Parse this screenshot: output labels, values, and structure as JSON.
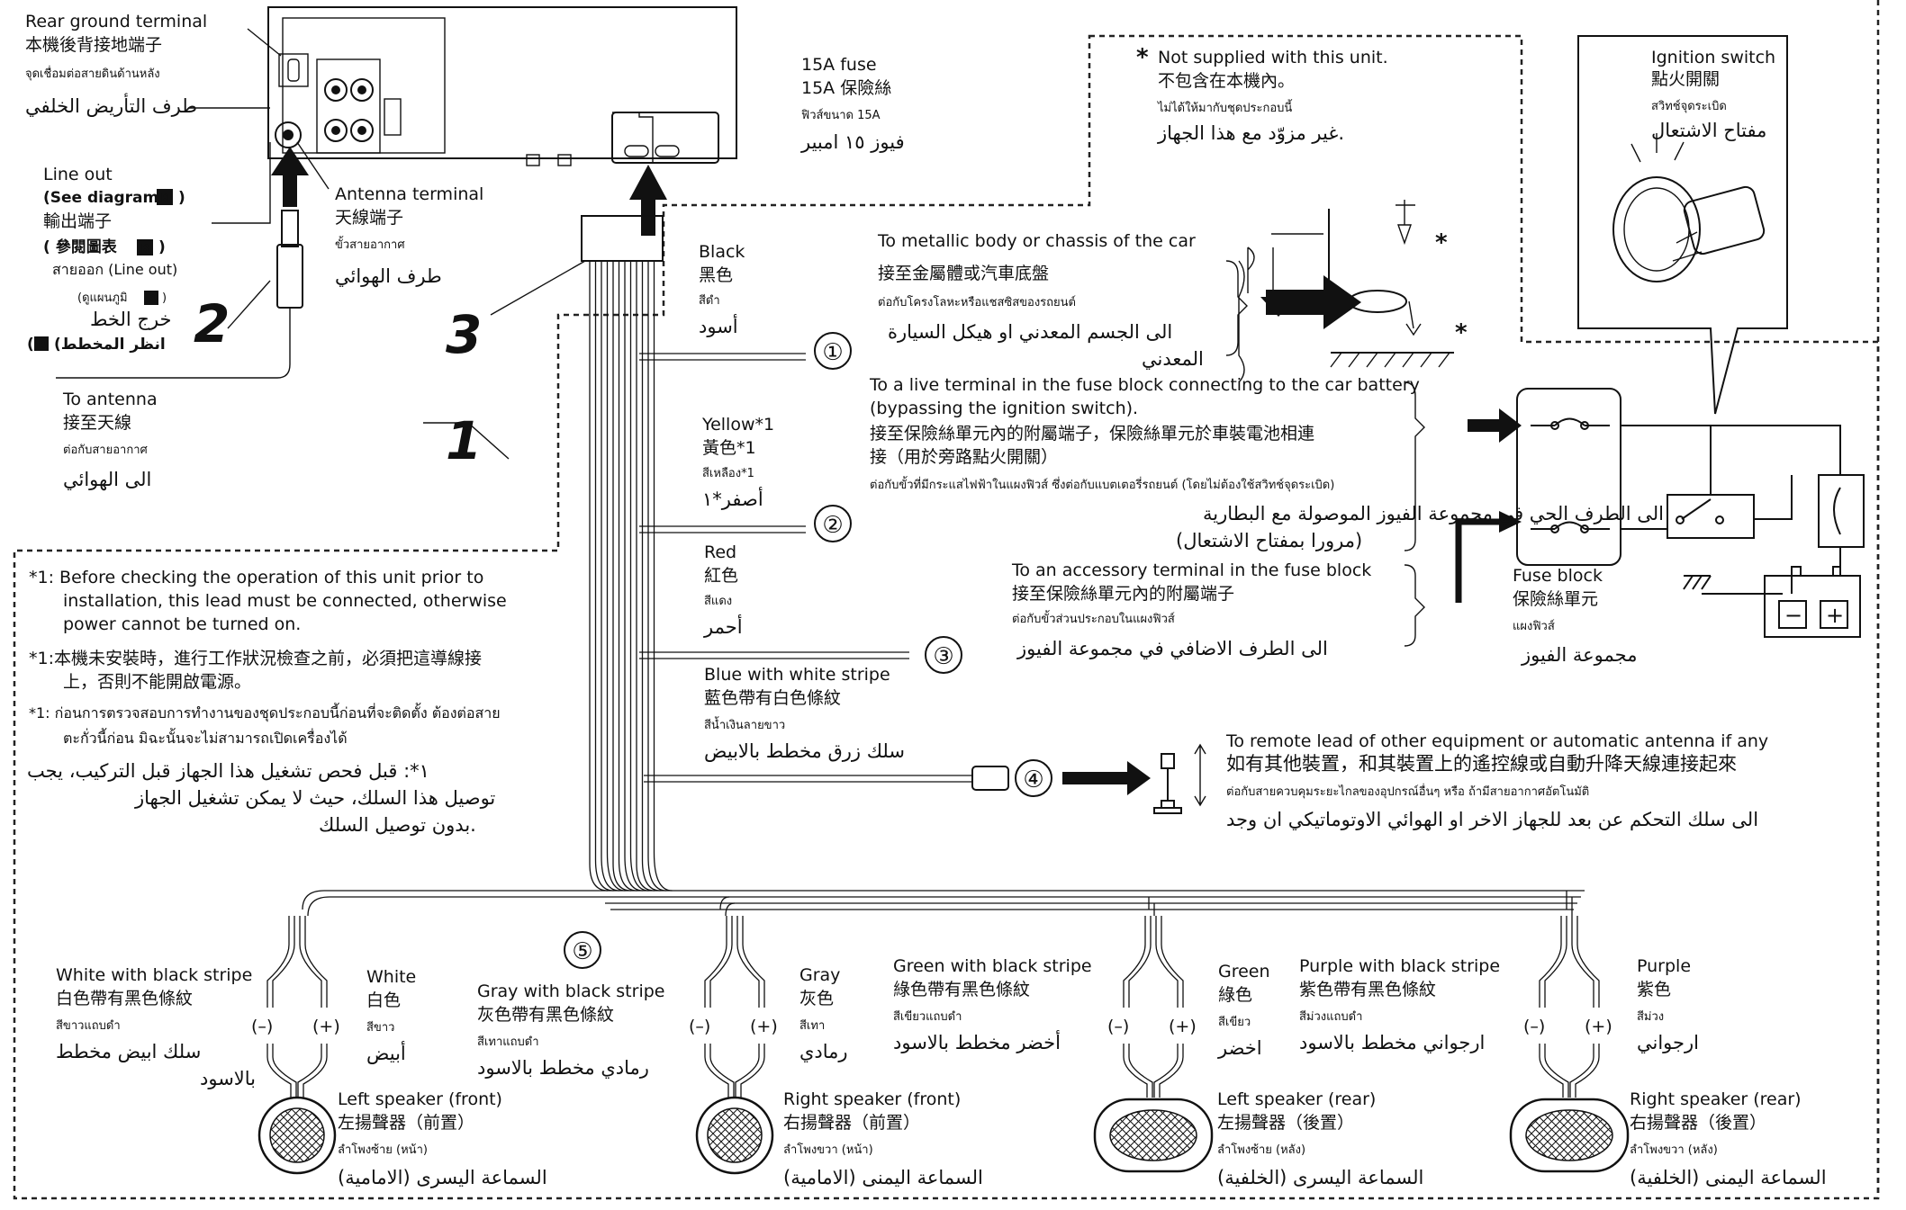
{
  "rear_ground": {
    "lines": [
      "Rear ground terminal",
      "本機後背接地端子",
      "จุดเชื่อมต่อสายดินด้านหลัง",
      "طرف التأريض الخلفي"
    ]
  },
  "line_out": {
    "lines": [
      "Line out",
      "(See diagram",
      "輸出端子",
      "( 參閱圖表",
      "สายออก (Line out)",
      "(ดูแผนภูมิ",
      "خرج الخط",
      "(انظر المخطط"
    ],
    "badge": "B"
  },
  "antenna_terminal": {
    "lines": [
      "Antenna terminal",
      "天線端子",
      "ขั้วสายอากาศ",
      "طرف الهوائي"
    ]
  },
  "to_antenna": {
    "lines": [
      "To antenna",
      "接至天線",
      "ต่อกับสายอากาศ",
      "الى الهوائي"
    ]
  },
  "fuse15": {
    "lines": [
      "15A fuse",
      "15A 保險絲",
      "ฟิวส์ขนาด 15A",
      "فيوز ١٥ امبير"
    ]
  },
  "not_supplied": {
    "mark": "*",
    "lines": [
      "Not supplied with this unit.",
      "不包含在本機內。",
      "ไม่ได้ให้มากับชุดประกอบนี้",
      "غير مزوّد مع هذا الجهاز."
    ]
  },
  "ignition": {
    "lines": [
      "Ignition switch",
      "點火開關",
      "สวิทช์จุดระเบิด",
      "مفتاح الاشتعال"
    ]
  },
  "big_numbers": [
    "1",
    "2",
    "3"
  ],
  "wires": {
    "black": {
      "lines": [
        "Black",
        "黑色",
        "สีดำ",
        "أسود"
      ]
    },
    "yellow": {
      "lines": [
        "Yellow*1",
        "黃色*1",
        "สีเหลือง*1",
        "أصفر*١"
      ]
    },
    "red": {
      "lines": [
        "Red",
        "紅色",
        "สีแดง",
        "أحمر"
      ]
    },
    "blue": {
      "lines": [
        "Blue with white stripe",
        "藍色帶有白色條紋",
        "สีน้ำเงินลายขาว",
        "سلك زرق مخطط بالابيض"
      ]
    }
  },
  "circled": [
    "①",
    "②",
    "③",
    "④",
    "⑤"
  ],
  "dest_metal": {
    "lines": [
      "To metallic body or chassis of the car",
      "接至金屬體或汽車底盤",
      "ต่อกับโครงโลหะหรือแชสซิสของรถยนต์",
      "الى الجسم المعدني او هيكل السيارة",
      "المعدني"
    ]
  },
  "dest_live": {
    "lines": [
      "To a live terminal in the fuse block connecting to the car battery",
      "(bypassing the ignition switch).",
      "接至保險絲單元內的附屬端子，保險絲單元於車裝電池相連",
      "接（用於旁路點火開關）",
      "ต่อกับขั้วที่มีกระแสไฟฟ้าในแผงฟิวส์ ซึ่งต่อกับแบตเตอรี่รถยนต์ (โดยไม่ต้องใช้สวิทช์จุดระเบิด)",
      "الى الطرف الحي في مجموعة الفيوز الموصولة مع البطارية",
      "(مرورا بمفتاح الاشتعال)"
    ]
  },
  "dest_acc": {
    "lines": [
      "To an accessory terminal in the fuse block",
      "接至保險絲單元內的附屬端子",
      "ต่อกับขั้วส่วนประกอบในแผงฟิวส์",
      "الى الطرف الاضافي في مجموعة الفيوز"
    ]
  },
  "fuse_block": {
    "lines": [
      "Fuse block",
      "保險絲單元",
      "แผงฟิวส์",
      "مجموعة الفيوز"
    ]
  },
  "battery": {
    "minus": "−",
    "plus": "+"
  },
  "dest_remote": {
    "lines": [
      "To remote lead of other equipment or automatic antenna if any",
      "如有其他裝置，和其裝置上的遙控線或自動升降天線連接起來",
      "ต่อกับสายควบคุมระยะไกลของอุปกรณ์อื่นๆ หรือ ถ้ามีสายอากาศอัตโนมัติ",
      "الى سلك التحكم عن بعد للجهاز الاخر او الهوائي الاوتوماتيكي ان وجد"
    ]
  },
  "note": {
    "lines": [
      "*1: Before checking the operation of this unit prior to",
      "installation, this lead must be connected, otherwise",
      "power cannot be turned on.",
      "*1:本機未安裝時，進行工作狀況檢查之前，必須把這導線接",
      "上，否則不能開啟電源。",
      "*1: ก่อนการตรวจสอบการทำงานของชุดประกอบนี้ก่อนที่จะติดตั้ง ต้องต่อสาย",
      "ตะกั่วนี้ก่อน มิฉะนั้นจะไม่สามารถเปิดเครื่องได้",
      "١*: قبل فحص تشغيل هذا الجهاز قبل التركيب، يجب",
      "توصيل هذا السلك، حيث لا يمكن تشغيل الجهاز",
      "بدون توصيل السلك."
    ]
  },
  "polarity": {
    "minus": "(–)",
    "plus": "(+)"
  },
  "speakers": [
    {
      "left_wire": [
        "White with black stripe",
        "白色帶有黑色條紋",
        "สีขาวแถบดำ",
        "سلك ابيض مخطط",
        "بالاسود"
      ],
      "right_wire": [
        "White",
        "白色",
        "สีขาว",
        "أبيض"
      ],
      "name": [
        "Left speaker (front)",
        "左揚聲器（前置）",
        "ลำโพงซ้าย (หน้า)",
        "السماعة اليسرى (الامامية)"
      ]
    },
    {
      "left_wire": [
        "Gray with black stripe",
        "灰色帶有黑色條紋",
        "สีเทาแถบดำ",
        "رمادي مخطط بالاسود"
      ],
      "right_wire": [
        "Gray",
        "灰色",
        "สีเทา",
        "رمادي"
      ],
      "name": [
        "Right speaker (front)",
        "右揚聲器（前置）",
        "ลำโพงขวา (หน้า)",
        "السماعة اليمنى (الامامية)"
      ]
    },
    {
      "left_wire": [
        "Green with black stripe",
        "綠色帶有黑色條紋",
        "สีเขียวแถบดำ",
        "أخضر مخطط بالاسود"
      ],
      "right_wire": [
        "Green",
        "綠色",
        "สีเขียว",
        "اخضر"
      ],
      "name": [
        "Left speaker (rear)",
        "左揚聲器（後置）",
        "ลำโพงซ้าย (หลัง)",
        "السماعة اليسرى (الخلفية)"
      ]
    },
    {
      "left_wire": [
        "Purple with black stripe",
        "紫色帶有黑色條紋",
        "สีม่วงแถบดำ",
        "ارجواني مخطط بالاسود"
      ],
      "right_wire": [
        "Purple",
        "紫色",
        "สีม่วง",
        "ارجواني"
      ],
      "name": [
        "Right speaker (rear)",
        "右揚聲器（後置）",
        "ลำโพงขวา (หลัง)",
        "السماعة اليمنى (الخلفية)"
      ]
    }
  ]
}
